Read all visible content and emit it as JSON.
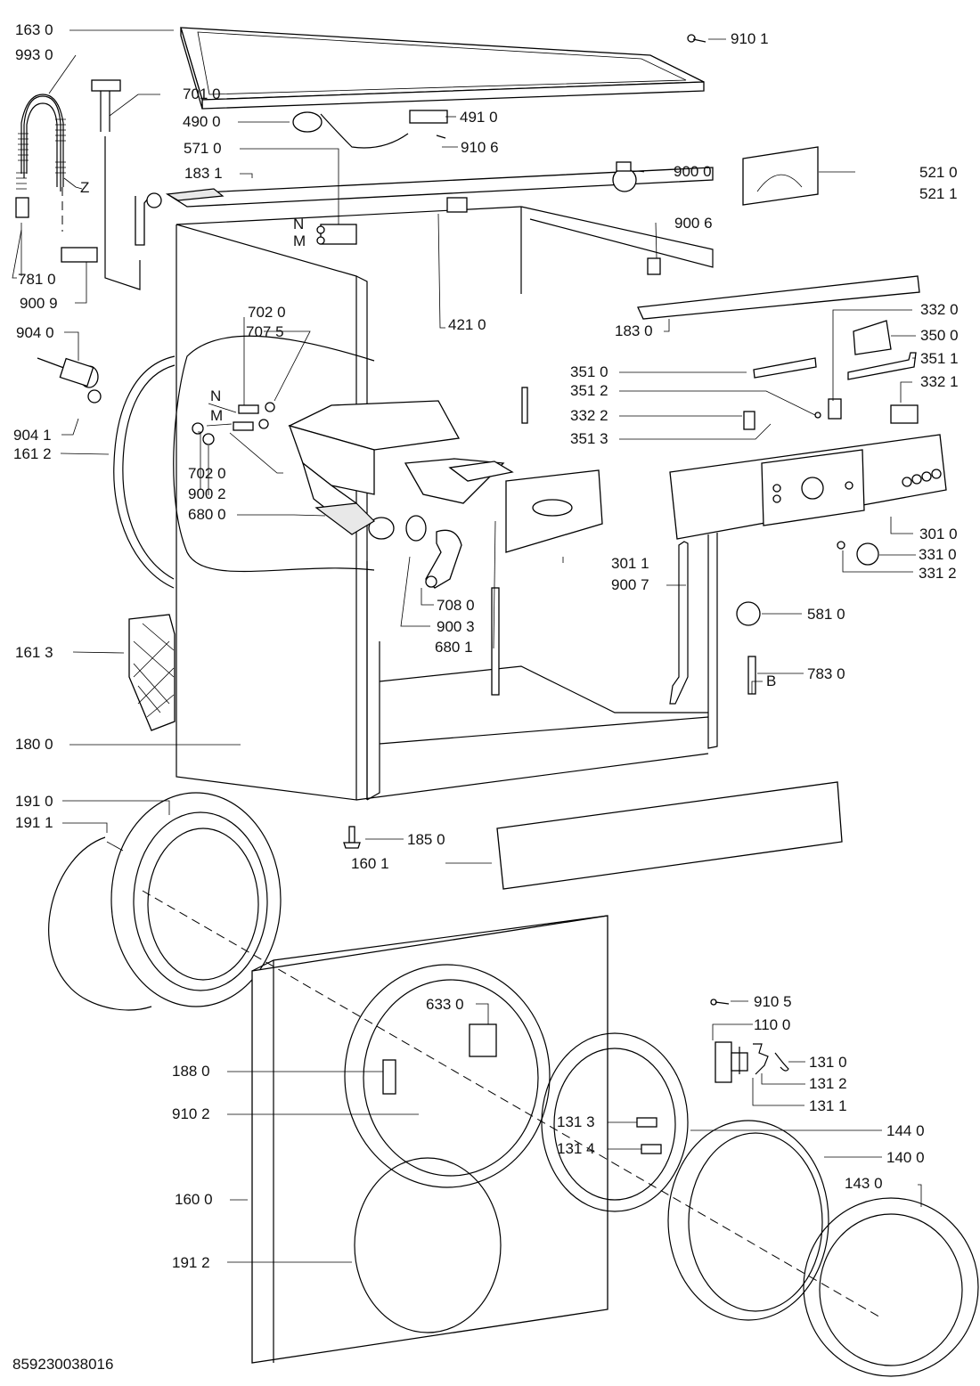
{
  "diagram": {
    "type": "exploded-parts-diagram",
    "subject": "front-loading washing machine cabinet, controls and door",
    "document_code": "859230038016"
  },
  "labels": {
    "l1630": "163 0",
    "l9930": "993 0",
    "l7010": "701 0",
    "l4900": "490 0",
    "l4910": "491 0",
    "l9106": "910 6",
    "l5710": "571 0",
    "l1831": "183 1",
    "lZ": "Z",
    "lN1": "N",
    "lM1": "M",
    "l7810": "781 0",
    "l9009": "900 9",
    "l9101": "910 1",
    "l9000": "900 0",
    "l5210": "521 0",
    "l5211": "521 1",
    "l9006": "900 6",
    "l4210": "421 0",
    "l7020a": "702 0",
    "l7075": "707 5",
    "l9040": "904 0",
    "lN2": "N",
    "lM2": "M",
    "l9041": "904 1",
    "l1612": "161 2",
    "l7020b": "702 0",
    "l9002": "900 2",
    "l6800": "680 0",
    "l7080": "708 0",
    "l9003": "900 3",
    "l6801": "680 1",
    "l1613": "161 3",
    "l1800": "180 0",
    "l1830": "183 0",
    "l3320": "332 0",
    "l3500": "350 0",
    "l3510": "351 0",
    "l3511": "351 1",
    "l3512": "351 2",
    "l3321": "332 1",
    "l3322": "332 2",
    "l3513": "351 3",
    "l3010": "301 0",
    "l3011": "301 1",
    "l9007": "900 7",
    "l3310": "331 0",
    "l3312": "331 2",
    "l5810": "581 0",
    "l7830": "783 0",
    "lB": "B",
    "l1910": "191 0",
    "l1911": "191 1",
    "l1850": "185 0",
    "l1601": "160 1",
    "l9105": "910 5",
    "l1100": "110 0",
    "l6330": "633 0",
    "l1310": "131 0",
    "l1312": "131 2",
    "l1311": "131 1",
    "l1880": "188 0",
    "l9102": "910 2",
    "l1313": "131 3",
    "l1314": "131 4",
    "l1440": "144 0",
    "l1400": "140 0",
    "l1430": "143 0",
    "l1600": "160 0",
    "l1912": "191 2"
  }
}
